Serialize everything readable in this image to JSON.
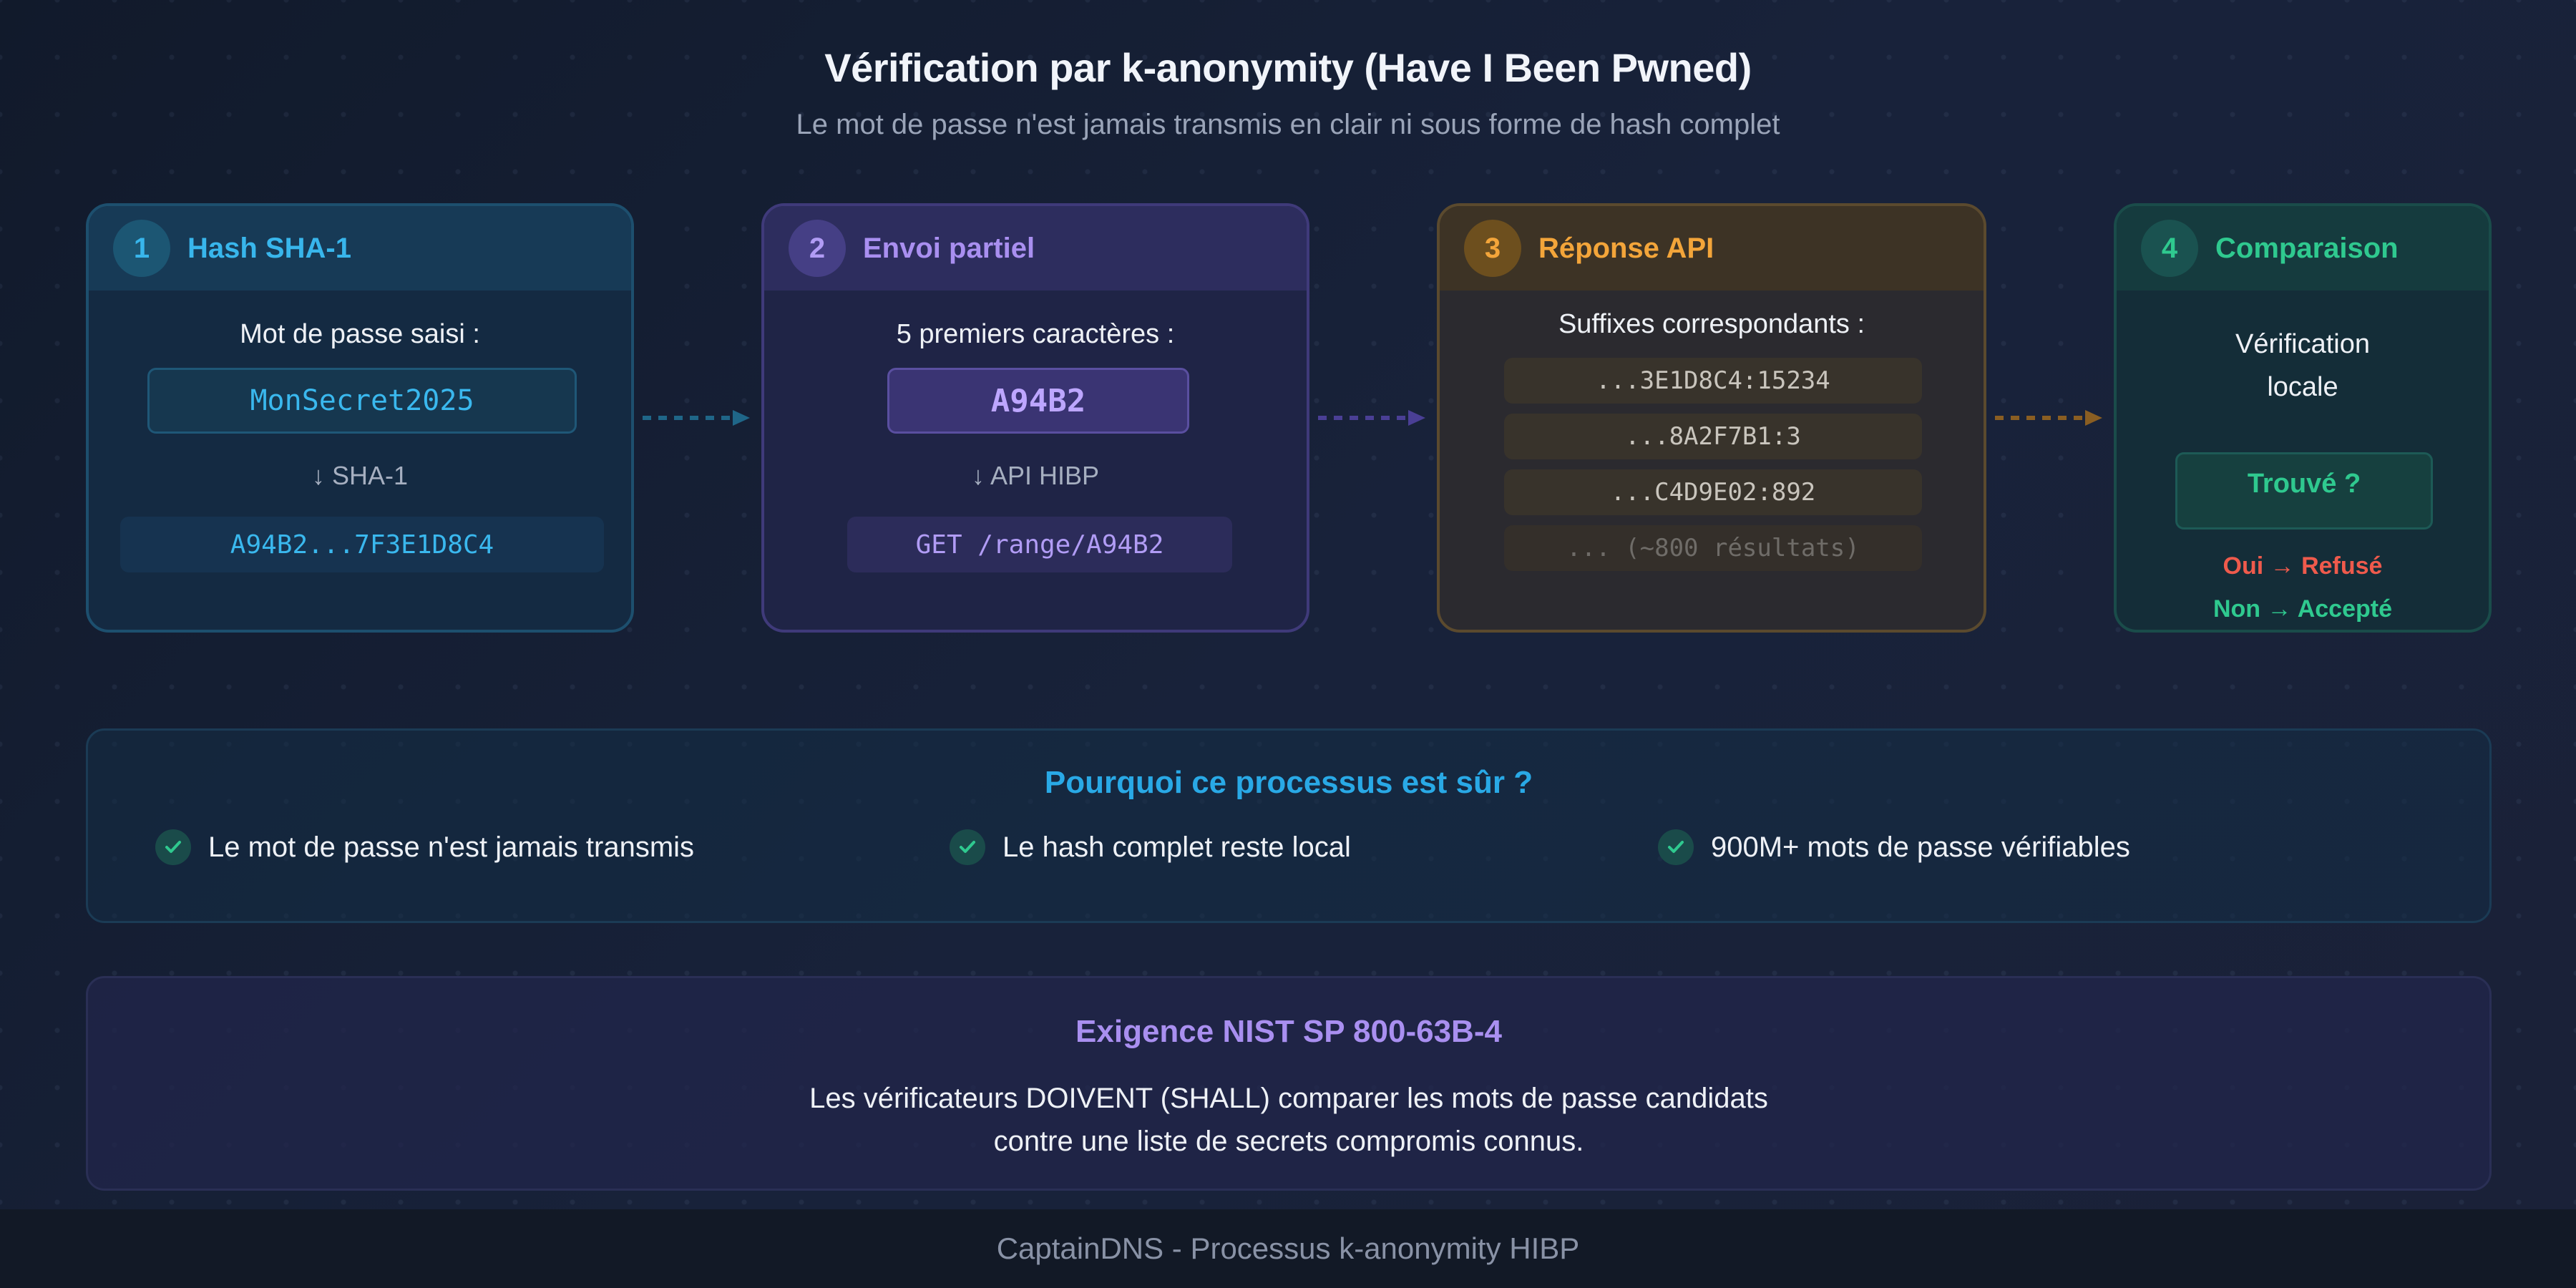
{
  "header": {
    "title": "Vérification par k-anonymity (Have I Been Pwned)",
    "subtitle": "Le mot de passe n'est jamais transmis en clair ni sous forme de hash complet"
  },
  "steps": [
    {
      "number": "1",
      "title": "Hash SHA-1",
      "label": "Mot de passe saisi :",
      "password": "MonSecret2025",
      "transform": "↓ SHA-1",
      "hash": "A94B2...7F3E1D8C4"
    },
    {
      "number": "2",
      "title": "Envoi partiel",
      "label": "5 premiers caractères :",
      "prefix": "A94B2",
      "transform": "↓ API HIBP",
      "request": "GET /range/A94B2"
    },
    {
      "number": "3",
      "title": "Réponse API",
      "label": "Suffixes correspondants :",
      "suffixes": [
        "...3E1D8C4:15234",
        "...8A2F7B1:3",
        "...C4D9E02:892",
        "... (~800 résultats)"
      ]
    },
    {
      "number": "4",
      "title": "Comparaison",
      "label_line1": "Vérification",
      "label_line2": "locale",
      "found": "Trouvé ?",
      "yes": "Oui → Refusé",
      "no": "Non → Accepté"
    }
  ],
  "safety": {
    "title": "Pourquoi ce processus est sûr ?",
    "items": [
      "Le mot de passe n'est jamais transmis",
      "Le hash complet reste local",
      "900M+ mots de passe vérifiables"
    ]
  },
  "nist": {
    "title": "Exigence NIST SP 800-63B-4",
    "line1": "Les vérificateurs DOIVENT (SHALL) comparer les mots de passe candidats",
    "line2": "contre une liste de secrets compromis connus."
  },
  "footer": "CaptainDNS - Processus k-anonymity HIBP",
  "colors": {
    "step1": "#38b6ec",
    "step2": "#a98ff0",
    "step3": "#f3a53a",
    "step4": "#2fc98f",
    "refused": "#ef5a4c",
    "accepted": "#2fc98f"
  },
  "icons": {
    "arrow": "dashed-arrow-right-icon",
    "check": "check-icon"
  }
}
